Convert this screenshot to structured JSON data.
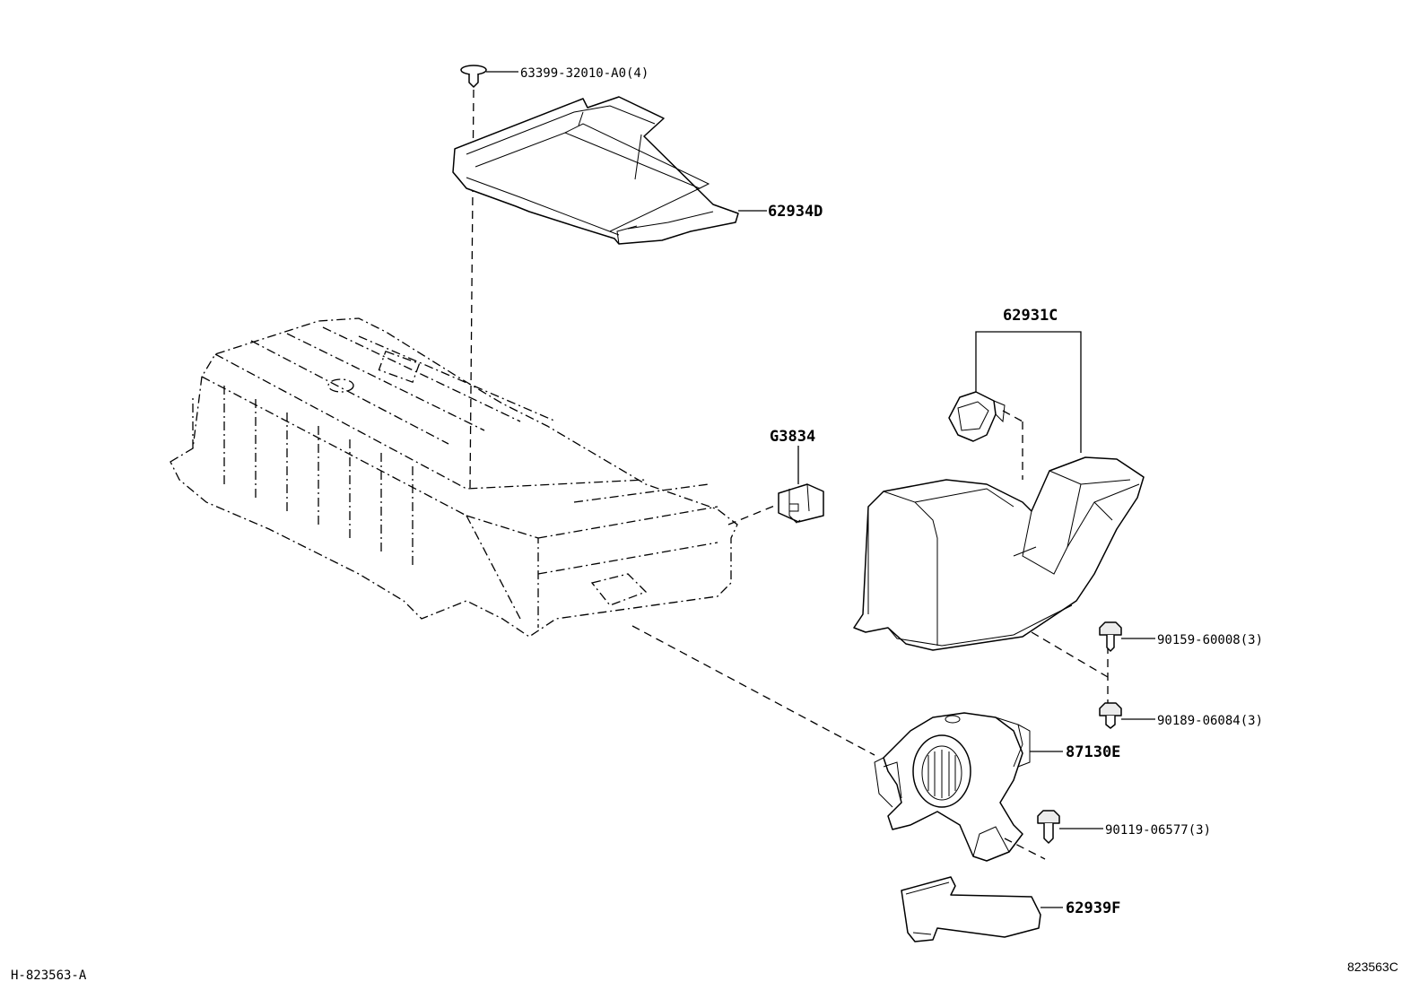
{
  "diagram": {
    "labels": {
      "clip_cover_screw": "63399-32010-A0(4)",
      "upper_cover": "62934D",
      "duct_assembly": "62931C",
      "connector": "G3834",
      "bolt_a": "90159-60008(3)",
      "bolt_b": "90189-06084(3)",
      "blower": "87130E",
      "bolt_c": "90119-06577(3)",
      "pad": "62939F"
    },
    "footer": {
      "left_code": "H-823563-A",
      "right_code": "823563C"
    }
  }
}
